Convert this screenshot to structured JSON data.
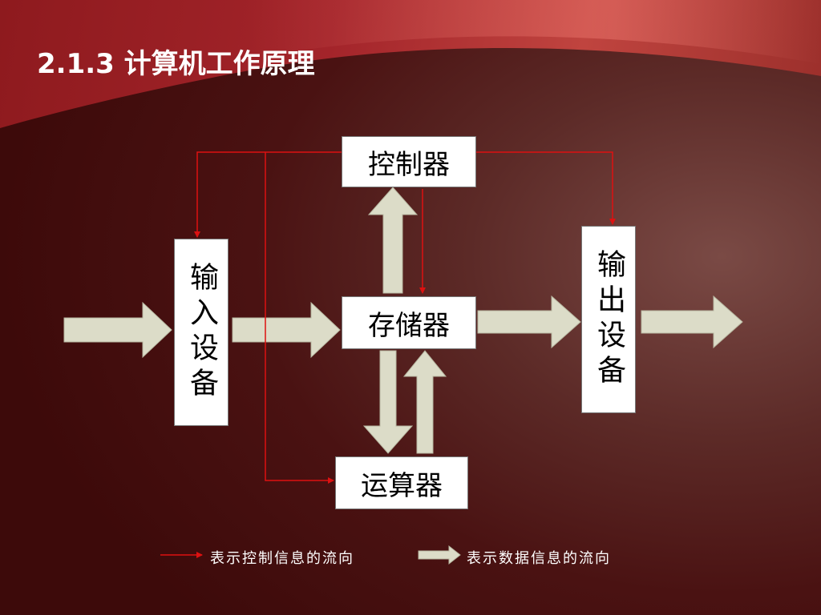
{
  "header": {
    "title": "2.1.3  计算机工作原理"
  },
  "diagram": {
    "controller": "控制器",
    "memory": "存储器",
    "alu": "运算器",
    "input_device": "输入设备",
    "output_device": "输出设备"
  },
  "legend": {
    "control_flow": "表示控制信息的流向",
    "data_flow": "表示数据信息的流向"
  },
  "colors": {
    "control_line": "#dd1111",
    "data_arrow": "#dcdcc8",
    "box_fill": "#ffffff"
  }
}
